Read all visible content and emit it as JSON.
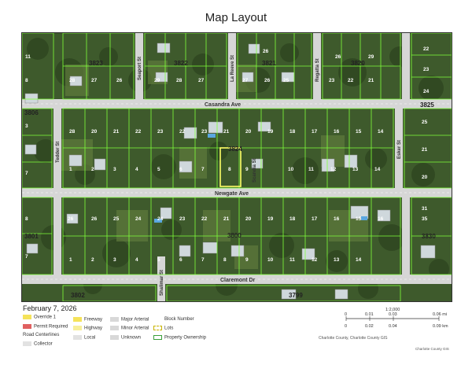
{
  "title": "Map Layout",
  "date": "February 7, 2026",
  "blocks": [
    "3823",
    "3822",
    "3821",
    "3820",
    "3825",
    "3806",
    "3824",
    "3801",
    "3800",
    "3830",
    "3802",
    "3799"
  ],
  "roads": {
    "casandra": "Casandra Ave",
    "newgate": "Newgate Ave",
    "claremont": "Claremont Dr",
    "tedder": "Tedder St",
    "seaport": "Seaport St",
    "la_reeve": "La Reeve St",
    "regatta": "Regatta St",
    "esker": "Esker St",
    "shalimar": "Shalimar St",
    "scandia": "Scandia St"
  },
  "lot_numbers": [
    "28",
    "29",
    "30",
    "27",
    "26",
    "25",
    "23",
    "22",
    "21",
    "20",
    "19",
    "18",
    "17",
    "16",
    "15",
    "14",
    "13",
    "12",
    "11",
    "10",
    "9",
    "8",
    "7",
    "6",
    "5",
    "4",
    "3",
    "2",
    "1",
    "24",
    "31",
    "35",
    "1A"
  ],
  "legend": {
    "override": "Override 1",
    "permit": "Permit Required",
    "road_centerlines": "Road Centerlines",
    "collector": "Collector",
    "freeway": "Freeway",
    "highway": "Highway",
    "local": "Local",
    "major_arterial": "Major Arterial",
    "minor_arterial": "Minor Arterial",
    "unknown": "Unknown",
    "block_number": "Block Number",
    "lots": "Lots",
    "property_ownership": "Property Ownership"
  },
  "scale": {
    "ratio": "1:2,000",
    "mi_ticks": [
      "0",
      "0.01",
      "0.03",
      "0.06 mi"
    ],
    "km_ticks": [
      "0",
      "0.02",
      "0.04",
      "0.09 km"
    ]
  },
  "credits": {
    "line1": "Charlotte County, Charlotte County GIS",
    "line2": "Charlotte County GIS"
  },
  "colors": {
    "lot_outline": "#7fff3a",
    "subject_lot": "#ffff66",
    "road": "#d9d9d9",
    "vegetation": "#3f5a2a"
  }
}
